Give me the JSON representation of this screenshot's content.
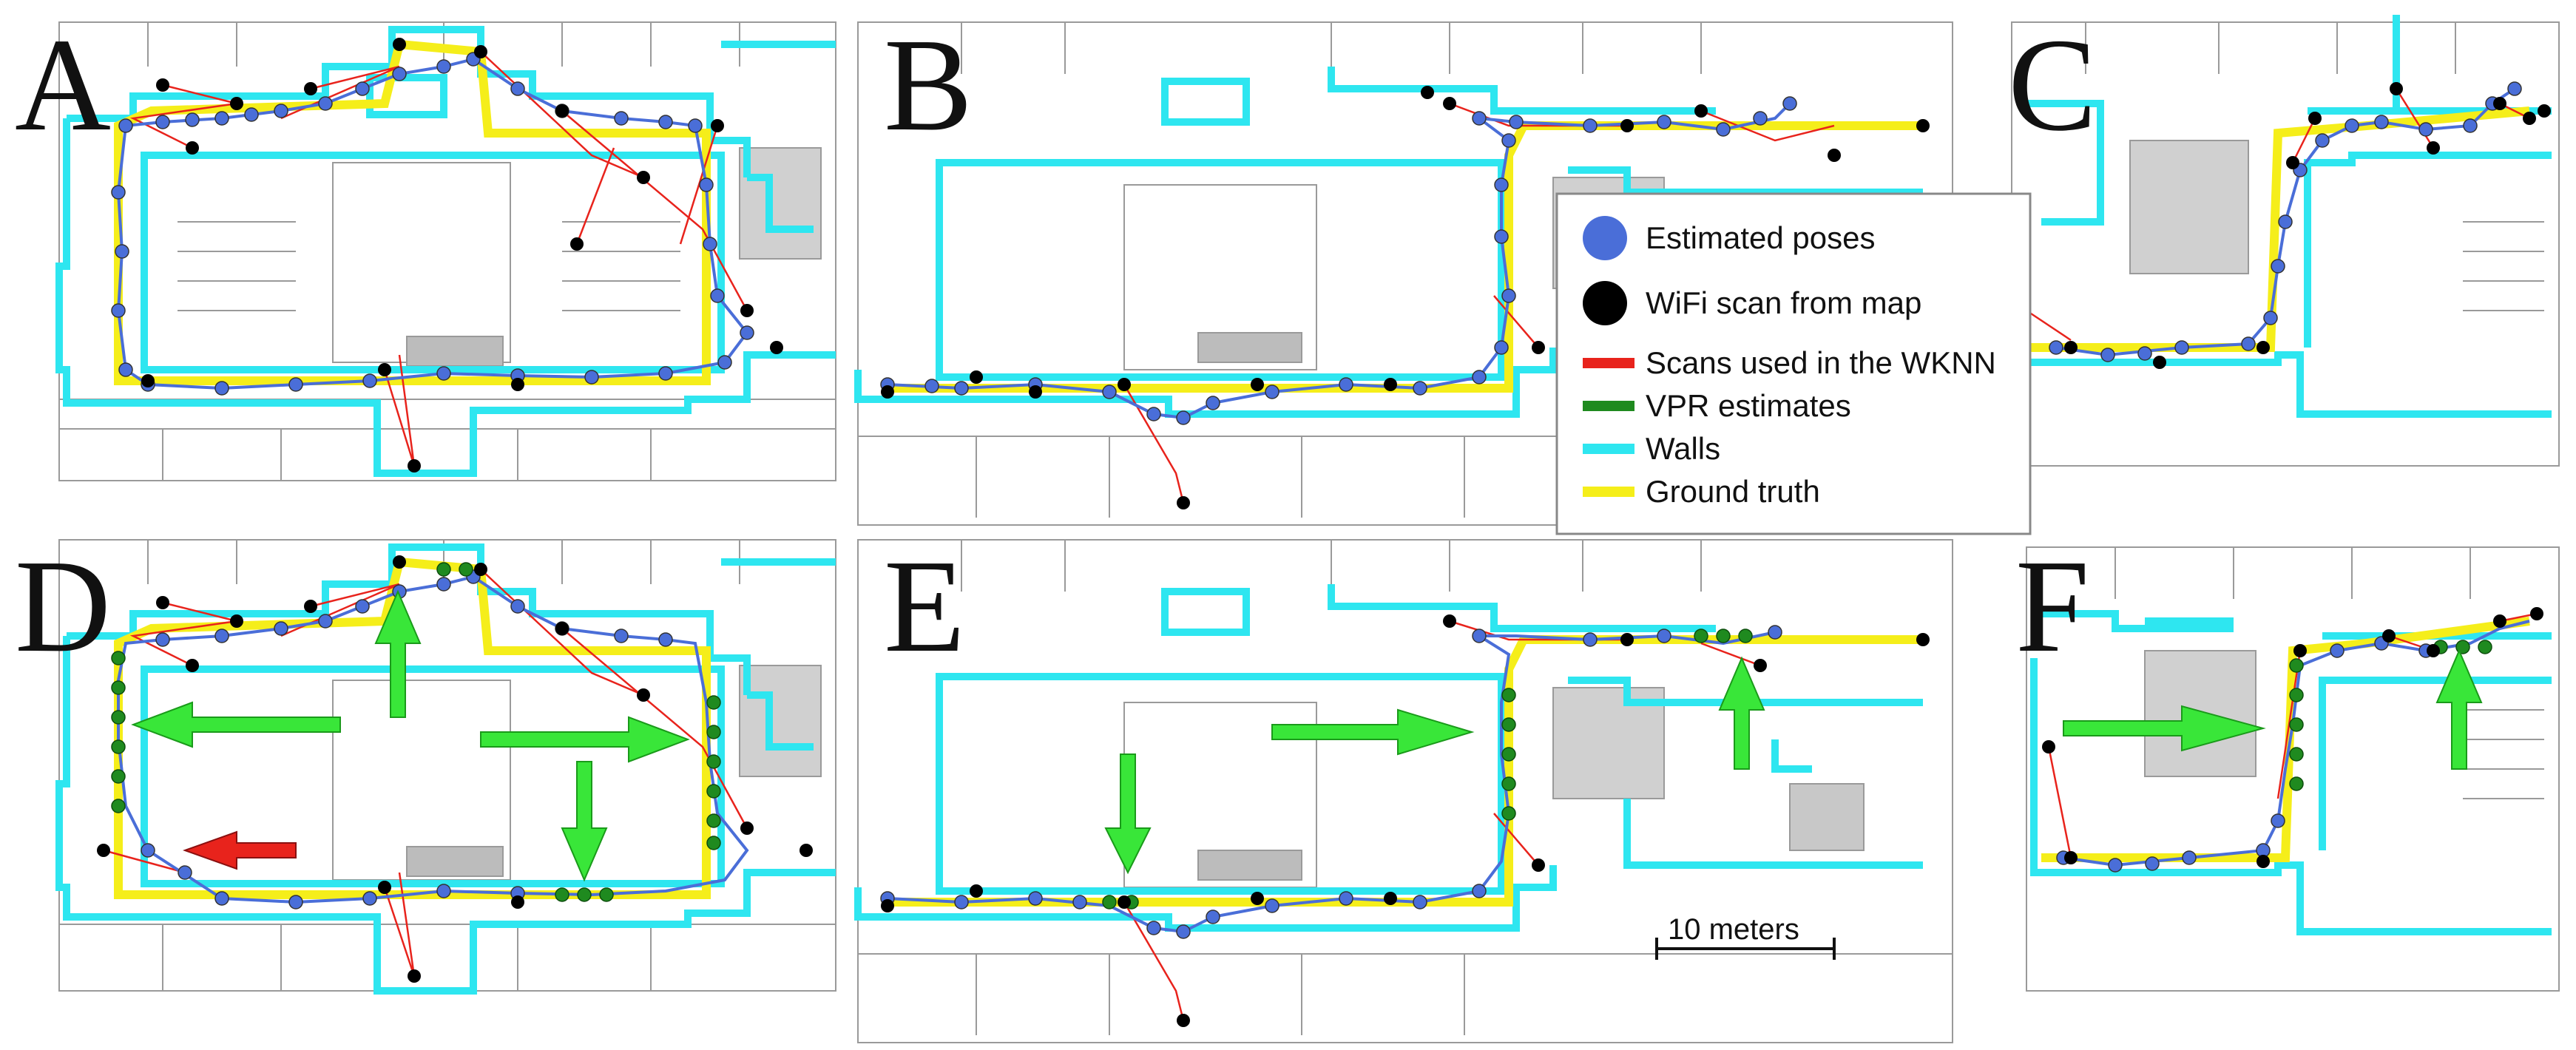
{
  "panels": [
    {
      "id": "A",
      "label": "A"
    },
    {
      "id": "B",
      "label": "B"
    },
    {
      "id": "C",
      "label": "C"
    },
    {
      "id": "D",
      "label": "D"
    },
    {
      "id": "E",
      "label": "E"
    },
    {
      "id": "F",
      "label": "F"
    }
  ],
  "legend": {
    "items": [
      {
        "label": "Estimated poses",
        "marker": "circle",
        "color": "#4a6ed8"
      },
      {
        "label": "WiFi scan from map",
        "marker": "circle",
        "color": "#000000"
      },
      {
        "label": "Scans used in the WKNN",
        "marker": "line",
        "color": "#e8231c"
      },
      {
        "label": "VPR estimates",
        "marker": "line",
        "color": "#1f8a1f"
      },
      {
        "label": "Walls",
        "marker": "line",
        "color": "#2ee6f0"
      },
      {
        "label": "Ground truth",
        "marker": "line",
        "color": "#f5ee1a"
      }
    ]
  },
  "scale_bar": {
    "label": "10 meters"
  },
  "colors": {
    "walls": "#2ee6f0",
    "ground_truth": "#f5ee1a",
    "estimated_poses": "#4a6ed8",
    "wifi_scans": "#000000",
    "wknn_lines": "#e8231c",
    "vpr": "#1f8a1f",
    "arrow_green": "#39e639",
    "arrow_red": "#e8231c",
    "floorplan": "#9a9a9a"
  }
}
